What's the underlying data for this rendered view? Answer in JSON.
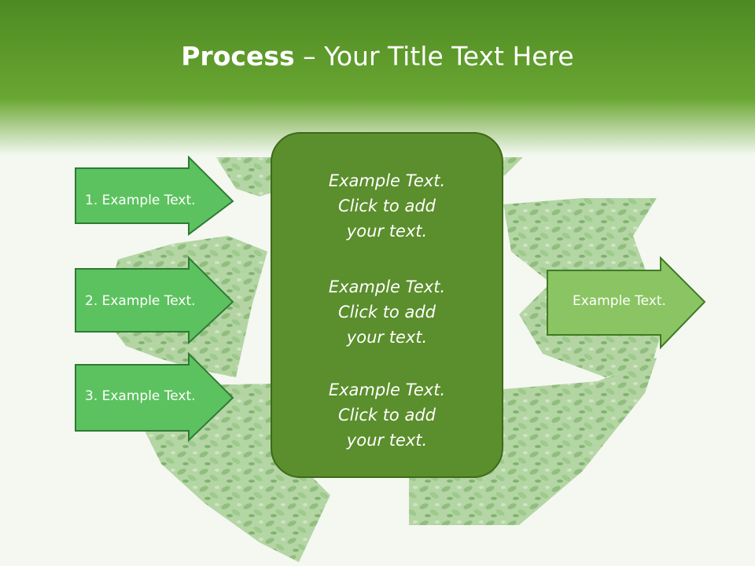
{
  "slide": {
    "title_bold": "Process",
    "title_rest": " – Your Title Text Here"
  },
  "left_arrows": [
    {
      "label": "1. Example Text."
    },
    {
      "label": "2. Example Text."
    },
    {
      "label": "3. Example Text."
    }
  ],
  "center_box": {
    "blocks": [
      {
        "lines": [
          "Example Text.",
          "Click  to add",
          "your text."
        ]
      },
      {
        "lines": [
          "Example Text.",
          "Click  to add",
          "your text."
        ]
      },
      {
        "lines": [
          "Example Text.",
          "Click  to add",
          "your text."
        ]
      }
    ]
  },
  "right_arrow": {
    "label": "Example Text."
  },
  "colors": {
    "header_green": "#6aa632",
    "arrow_green": "#5cc25f",
    "center_green": "#5b8e2c",
    "right_arrow_green": "#8bc462"
  },
  "background_icon": "recycle-symbol-leaves"
}
